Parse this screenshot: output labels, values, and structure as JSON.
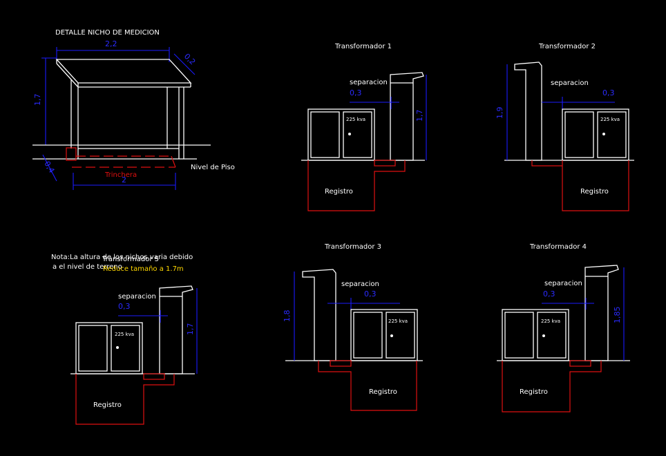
{
  "detail": {
    "title": "DETALLE NICHO DE MEDICION",
    "dim_width": "2,2",
    "dim_depth": "0,2",
    "dim_height": "1,7",
    "dim_small": "0,4",
    "dim_trench": "2",
    "trench_label": "Trinchera",
    "floor_label": "Nivel de Piso"
  },
  "note": {
    "line1": "Nota:La altura de los nichos varia debido",
    "line2": "a el nivel de terreno"
  },
  "reduce_label": "Reduce tamaño a 1.7m",
  "units": [
    {
      "title": "Transformador 1",
      "separation_label": "separacion",
      "separation_value": "0,3",
      "height": "1,7",
      "kva": "225 kva",
      "registro": "Registro"
    },
    {
      "title": "Transformador 2",
      "separation_label": "separacion",
      "separation_value": "0,3",
      "height": "1,9",
      "kva": "225 kva",
      "registro": "Registro"
    },
    {
      "title": "Transformador 3",
      "separation_label": "separacion",
      "separation_value": "0,3",
      "height": "1,8",
      "kva": "225 kva",
      "registro": "Registro"
    },
    {
      "title": "Transformador 4",
      "separation_label": "separacion",
      "separation_value": "0,3",
      "height": "1,85",
      "kva": "225 kva",
      "registro": "Registro"
    },
    {
      "title": "Transformador 5",
      "separation_label": "separacion",
      "separation_value": "0,3",
      "height": "1,7",
      "kva": "225 kva",
      "registro": "Registro"
    }
  ],
  "colors": {
    "background": "#000000",
    "lines": "#ffffff",
    "dimensions": "#1b1bff",
    "foundation": "#e01010",
    "highlight": "#ffd800"
  }
}
